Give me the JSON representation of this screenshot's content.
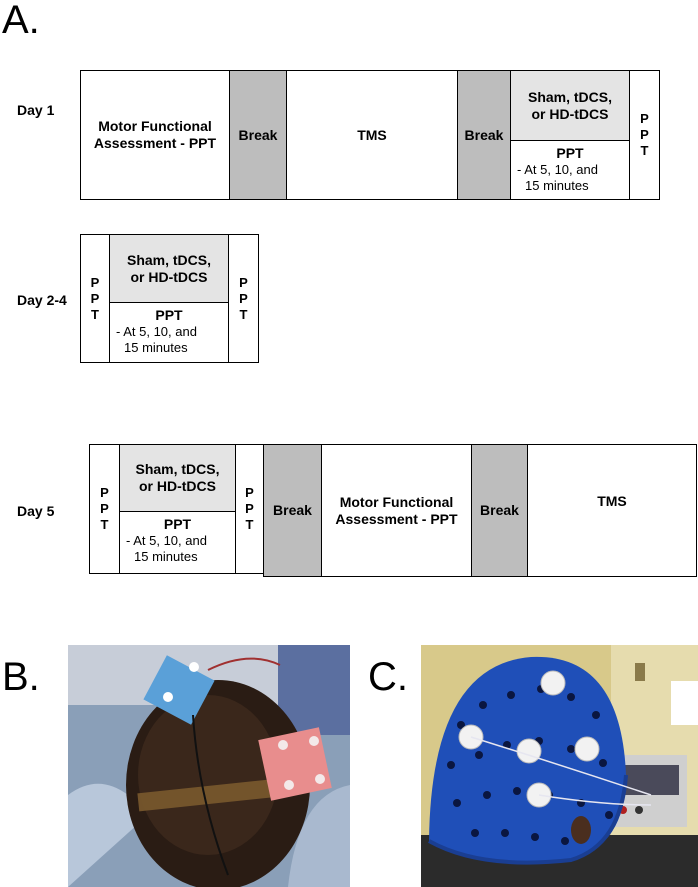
{
  "panels": {
    "a_label": "A.",
    "b_label": "B.",
    "c_label": "C."
  },
  "days": {
    "day1": "Day 1",
    "day2_4": "Day 2-4",
    "day5": "Day 5"
  },
  "blocks": {
    "motor_line1": "Motor Functional",
    "motor_line2": "Assessment - PPT",
    "break": "Break",
    "tms": "TMS",
    "stim_line1": "Sham, tDCS,",
    "stim_line2": "or  HD-tDCS",
    "stim_line2_alt": "or HD-tDCS",
    "ppt_title": "PPT",
    "ppt_sub1": "- At 5, 10, and",
    "ppt_sub2": "15 minutes",
    "ppt_p": "P",
    "ppt_t": "T"
  },
  "colors": {
    "break_gray": "#bdbdbd",
    "stim_gray": "#e4e4e4"
  }
}
